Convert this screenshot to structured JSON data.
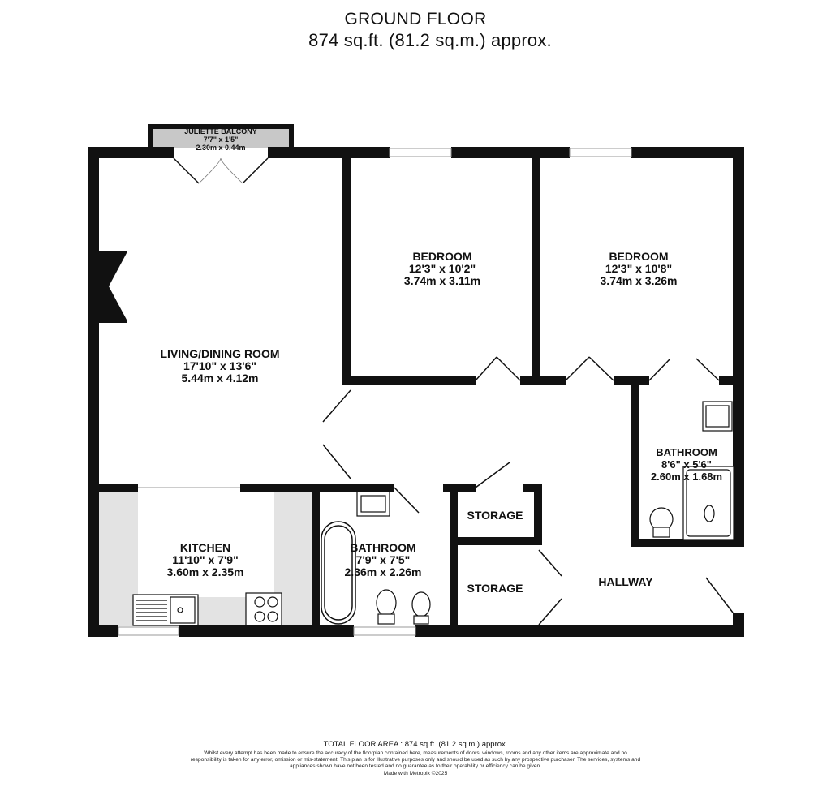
{
  "header": {
    "floor_name": "GROUND FLOOR",
    "floor_area": "874 sq.ft. (81.2 sq.m.) approx."
  },
  "rooms": [
    {
      "name": "JULIETTE BALCONY",
      "imperial": "7'7\"  x 1'5\"",
      "metric": "2.30m  x 0.44m"
    },
    {
      "name": "LIVING/DINING ROOM",
      "imperial": "17'10\"  x 13'6\"",
      "metric": "5.44m  x 4.12m"
    },
    {
      "name": "BEDROOM",
      "imperial": "12'3\"  x 10'2\"",
      "metric": "3.74m  x 3.11m"
    },
    {
      "name": "BEDROOM",
      "imperial": "12'3\"  x 10'8\"",
      "metric": "3.74m  x 3.26m"
    },
    {
      "name": "BATHROOM",
      "imperial": "8'6\"  x 5'6\"",
      "metric": "2.60m  x 1.68m"
    },
    {
      "name": "KITCHEN",
      "imperial": "11'10\"  x 7'9\"",
      "metric": "3.60m  x 2.35m"
    },
    {
      "name": "BATHROOM",
      "imperial": "7'9\"  x 7'5\"",
      "metric": "2.36m  x 2.26m"
    },
    {
      "name": "STORAGE"
    },
    {
      "name": "STORAGE"
    },
    {
      "name": "HALLWAY"
    }
  ],
  "fixtures": [
    "fireplace-icon",
    "sink-icon",
    "hob-icon",
    "bath-icon",
    "toilet-icon",
    "bidet-icon",
    "shower-icon",
    "basin-icon"
  ],
  "colors": {
    "wall": "#111111",
    "balcony": "#c8c8c8",
    "kitchen_counter": "#e3e3e3",
    "background": "#ffffff"
  },
  "footer": {
    "total_area": "TOTAL FLOOR AREA : 874 sq.ft. (81.2 sq.m.) approx.",
    "disclaimer": "Whilst every attempt has been made to ensure the accuracy of the floorplan contained here, measurements of doors, windows, rooms and any other items are approximate and no responsibility is taken for any error, omission or mis-statement. This plan is for illustrative purposes only and should be used as such by any prospective purchaser. The services, systems and appliances shown have not been tested and no guarantee as to their operability or efficiency can be given.",
    "credit": "Made with Metropix ©2025"
  }
}
